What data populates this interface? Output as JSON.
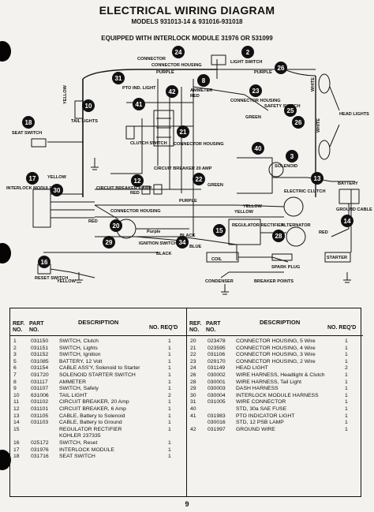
{
  "header": {
    "title": "ELECTRICAL WIRING DIAGRAM",
    "models": "MODELS 931013-14 & 931016-931018",
    "equipped": "EQUIPPED WITH INTERLOCK MODULE 31976 OR 531099"
  },
  "callouts": [
    "24",
    "2",
    "26",
    "31",
    "42",
    "8",
    "10",
    "41",
    "23",
    "25",
    "26",
    "18",
    "21",
    "40",
    "3",
    "17",
    "12",
    "22",
    "13",
    "30",
    "14",
    "15",
    "20",
    "29",
    "34",
    "28",
    "16"
  ],
  "diagram_labels": {
    "connector_housing_top": "CONNECTOR",
    "connector_housing_top2": "CONNECTOR HOUSING",
    "light_switch": "LIGHT SWITCH",
    "purple_1": "PURPLE",
    "purple_2": "PURPLE",
    "pto_ind_light": "PTO IND. LIGHT",
    "ammeter": "AMMETER",
    "red_1": "RED",
    "yellow_1": "YELLOW",
    "tail_lights": "TAIL LIGHTS",
    "connector_housing_2": "CONNECTOR HOUSING",
    "safety_switch": "SAFETY SWITCH",
    "green_1": "GREEN",
    "white_1": "WHITE",
    "white_2": "WHITE",
    "head_lights": "HEAD LIGHTS",
    "seat_switch": "SEAT SWITCH",
    "clutch_switch": "CLUTCH SWITCH",
    "connector_housing_3": "CONNECTOR HOUSING",
    "solenoid": "SOLENOID",
    "yellow_2": "YELLOW",
    "circuit_breaker_20": "CIRCUIT BREAKER 20 AMP",
    "circuit_breaker_6": "CIRCUIT BREAKER 6 AMP",
    "interlock_module": "INTERLOCK MODULE",
    "red_2": "RED",
    "green_2": "GREEN",
    "electric_clutch": "ELECTRIC CLUTCH",
    "battery": "BATTERY",
    "ground_cable": "GROUND CABLE",
    "purple_3": "PURPLE",
    "connector_housing_4": "CONNECTOR HOUSING",
    "yellow_3": "YELLOW",
    "yellow_4": "YELLOW",
    "red_3": "RED",
    "regulator_rectifier": "REGULATOR RECTIFIER",
    "alternator": "ALTERNATOR",
    "red_4": "RED",
    "purple_4": "Purple",
    "ignition_switch": "IGNITION SWITCH",
    "blue": "BLUE",
    "black_1": "BLACK",
    "black_2": "BLACK",
    "reset_switch": "RESET SWITCH",
    "yellow_5": "YELLOW",
    "coil": "COIL",
    "spark_plug": "SPARK PLUG",
    "starter": "STARTER",
    "condenser": "CONDENSER",
    "breaker_points": "BREAKER POINTS"
  },
  "parts_list": {
    "headers": {
      "ref_no": "REF. NO.",
      "part_no": "PART NO.",
      "description": "DESCRIPTION",
      "qty": "NO. REQ'D"
    },
    "left": [
      {
        "ref": "1",
        "part": "031150",
        "desc": "SWITCH, Clutch",
        "qty": "1"
      },
      {
        "ref": "2",
        "part": "031151",
        "desc": "SWITCH, Lights",
        "qty": "1"
      },
      {
        "ref": "3",
        "part": "031152",
        "desc": "SWITCH, Ignition",
        "qty": "1"
      },
      {
        "ref": "5",
        "part": "031085",
        "desc": "BATTERY, 12 Volt",
        "qty": "1"
      },
      {
        "ref": "6",
        "part": "031154",
        "desc": "CABLE ASS'Y, Solenoid to Starter",
        "qty": "1"
      },
      {
        "ref": "7",
        "part": "031720",
        "desc": "SOLENOID STARTER SWITCH",
        "qty": "1"
      },
      {
        "ref": "8",
        "part": "031117",
        "desc": "AMMETER",
        "qty": "1"
      },
      {
        "ref": "9",
        "part": "031107",
        "desc": "SWITCH, Safety",
        "qty": "1"
      },
      {
        "ref": "10",
        "part": "631006",
        "desc": "TAIL LIGHT",
        "qty": "2"
      },
      {
        "ref": "11",
        "part": "031102",
        "desc": "CIRCUIT BREAKER, 20 Amp",
        "qty": "1"
      },
      {
        "ref": "12",
        "part": "031101",
        "desc": "CIRCUIT BREAKER, 6 Amp",
        "qty": "1"
      },
      {
        "ref": "13",
        "part": "031105",
        "desc": "CABLE, Battery to Solenoid",
        "qty": "1"
      },
      {
        "ref": "14",
        "part": "031103",
        "desc": "CABLE, Battery to Ground",
        "qty": "1"
      },
      {
        "ref": "15",
        "part": "",
        "desc": "REGULATOR RECTIFIER",
        "qty": "1"
      },
      {
        "ref": "",
        "part": "",
        "desc": "KOHLER 237335",
        "qty": ""
      },
      {
        "ref": "16",
        "part": "025172",
        "desc": "SWITCH, Reset",
        "qty": "1"
      },
      {
        "ref": "17",
        "part": "031976",
        "desc": "INTERLOCK MODULE",
        "qty": "1"
      },
      {
        "ref": "18",
        "part": "031716",
        "desc": "SEAT SWITCH",
        "qty": "1"
      }
    ],
    "right": [
      {
        "ref": "20",
        "part": "023478",
        "desc": "CONNECTOR HOUSING, 5 Wire",
        "qty": "1"
      },
      {
        "ref": "21",
        "part": "023595",
        "desc": "CONNECTOR HOUSING, 4 Wire",
        "qty": "1"
      },
      {
        "ref": "22",
        "part": "031106",
        "desc": "CONNECTOR HOUSING, 3 Wire",
        "qty": "1"
      },
      {
        "ref": "23",
        "part": "029170",
        "desc": "CONNECTOR HOUSING, 2 Wire",
        "qty": "1"
      },
      {
        "ref": "24",
        "part": "031149",
        "desc": "HEAD LIGHT",
        "qty": "2"
      },
      {
        "ref": "26",
        "part": "030002",
        "desc": "WIRE HARNESS, Headlight & Clutch",
        "qty": "1"
      },
      {
        "ref": "28",
        "part": "030001",
        "desc": "WIRE HARNESS, Tail Light",
        "qty": "1"
      },
      {
        "ref": "29",
        "part": "030003",
        "desc": "DASH HARNESS",
        "qty": "1"
      },
      {
        "ref": "30",
        "part": "030004",
        "desc": "INTERLOCK MODULE HARNESS",
        "qty": "1"
      },
      {
        "ref": "31",
        "part": "031005",
        "desc": "WIRE CONNECTOR",
        "qty": "1"
      },
      {
        "ref": "40",
        "part": "",
        "desc": "STD, 30a SAE FUSE",
        "qty": "1"
      },
      {
        "ref": "41",
        "part": "031983",
        "desc": "PTO INDICATOR LIGHT",
        "qty": "1"
      },
      {
        "ref": "",
        "part": "030016",
        "desc": "STD, 12 PSB LAMP",
        "qty": "1"
      },
      {
        "ref": "42",
        "part": "031997",
        "desc": "GROUND WIRE",
        "qty": "1"
      }
    ]
  },
  "page_number": "9"
}
